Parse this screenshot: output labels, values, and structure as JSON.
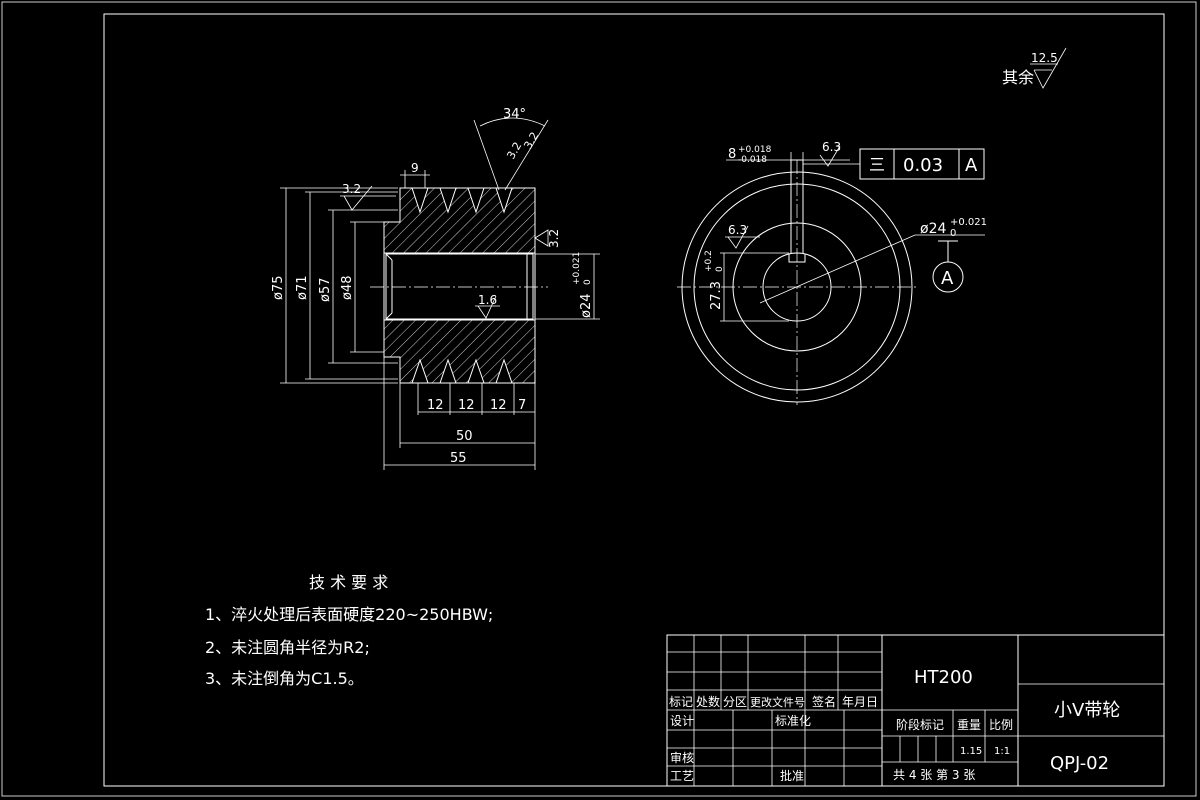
{
  "drawing": {
    "accent_color": "#ffffff",
    "background_color": "#000000",
    "surface_note": {
      "label": "其余",
      "value": "12.5"
    },
    "section_view": {
      "angle": "34°",
      "groove_rough_a": "3.2",
      "groove_rough_b": "3.2",
      "top_width": "9",
      "left_rough": "3.2",
      "right_rough": "3.2",
      "bore_rough": "1.6",
      "dia_75": "ø75",
      "dia_71": "ø71",
      "dia_57": "ø57",
      "dia_48": "ø48",
      "bore_dia": "ø24",
      "bore_tol_upper": "+0.021",
      "bore_tol_lower": "0",
      "pitch_1": "12",
      "pitch_2": "12",
      "pitch_3": "12",
      "edge": "7",
      "len_50": "50",
      "len_55": "55"
    },
    "end_view": {
      "keyway_width": "8",
      "keyway_tol_upper": "+0.018",
      "keyway_tol_lower": "-0.018",
      "keyway_rough": "6.3",
      "gdt_symbol": "三",
      "gdt_value": "0.03",
      "gdt_datum": "A",
      "inner_rough": "6.3",
      "bore_dia": "ø24",
      "bore_tol_upper": "+0.021",
      "bore_tol_lower": "0",
      "key_depth": "27.3",
      "key_depth_tol_upper": "+0.2",
      "key_depth_tol_lower": "0",
      "datum_letter": "A"
    },
    "tech_requirements": {
      "title": "技 术 要 求",
      "items": [
        "1、淬火处理后表面硬度220~250HBW;",
        "2、未注圆角半径为R2;",
        "3、未注倒角为C1.5。"
      ]
    },
    "title_block": {
      "material": "HT200",
      "part_name": "小V带轮",
      "drawing_no": "QPJ-02",
      "rev_headers": [
        "标记",
        "处数",
        "分区",
        "更改文件号",
        "签名",
        "年月日"
      ],
      "design": "设计",
      "standardize": "标准化",
      "check": "审核",
      "process": "工艺",
      "approve": "批准",
      "stage_mark": "阶段标记",
      "weight_label": "重量",
      "scale_label": "比例",
      "weight_value": "1.15",
      "scale_value": "1:1",
      "sheet_info": "共 4 张 第 3 张"
    }
  }
}
